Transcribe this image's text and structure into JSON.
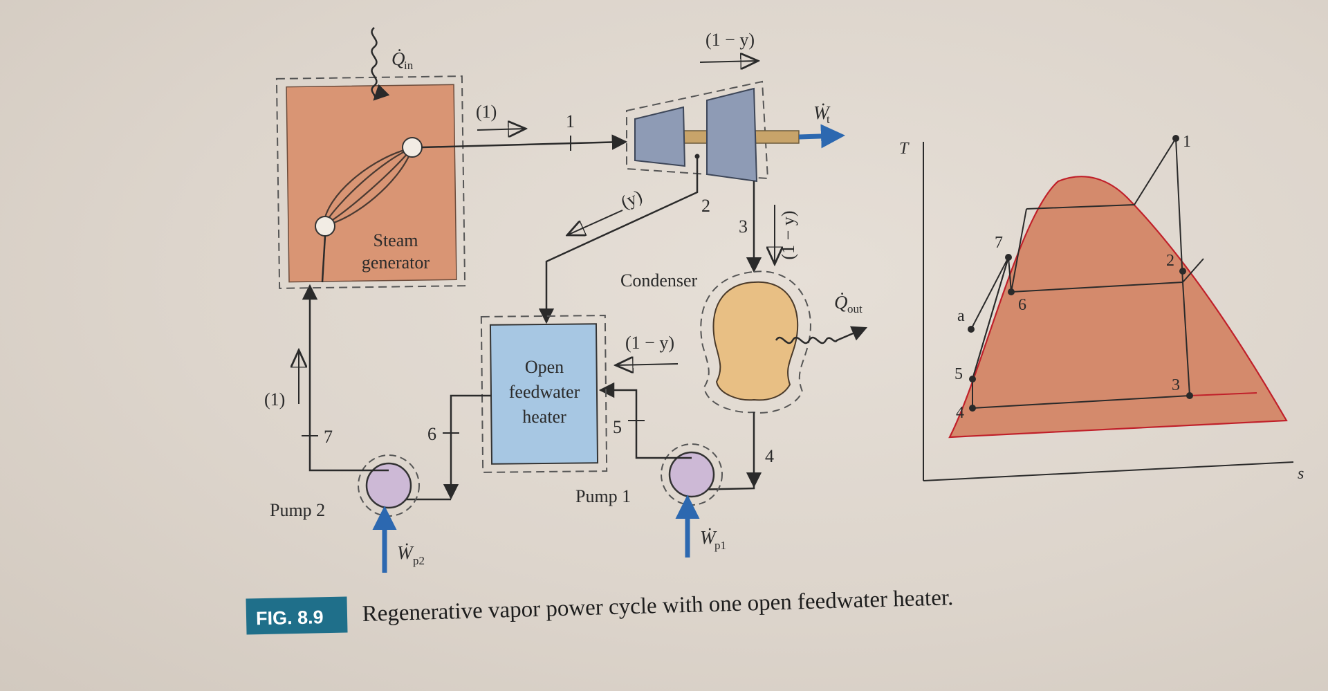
{
  "diagram": {
    "q_in": "Q̇",
    "q_in_sub": "in",
    "flow_1_top": "(1)",
    "state_1": "1",
    "flow_1_minus_y_top": "(1 − y)",
    "w_t": "Ẇ",
    "w_t_sub": "t",
    "flow_y": "(y)",
    "state_2": "2",
    "state_3": "3",
    "flow_1_minus_y_vertical": "(1 − y)",
    "condenser_label": "Condenser",
    "q_out": "Q̇",
    "q_out_sub": "out",
    "steam_generator_line1": "Steam",
    "steam_generator_line2": "generator",
    "heater_line1": "Open",
    "heater_line2": "feedwater",
    "heater_line3": "heater",
    "flow_1_minus_y_heater": "(1 − y)",
    "flow_1_left": "(1)",
    "state_7": "7",
    "state_6": "6",
    "state_5": "5",
    "state_4": "4",
    "pump2_label": "Pump 2",
    "pump1_label": "Pump 1",
    "w_p2": "Ẇ",
    "w_p2_sub": "p2",
    "w_p1": "Ẇ",
    "w_p1_sub": "p1"
  },
  "ts_diagram": {
    "axis_t": "T",
    "axis_s": "s",
    "points": {
      "p1": "1",
      "p2": "2",
      "p3": "3",
      "p4": "4",
      "p5": "5",
      "p6": "6",
      "p7": "7",
      "pa": "a"
    }
  },
  "caption": {
    "fig_tag": "FIG. 8.9",
    "text": "Regenerative vapor power cycle with one open feedwater heater."
  },
  "colors": {
    "steam_generator": "#d99574",
    "heater": "#a7c7e3",
    "condenser": "#e8bf84",
    "pump": "#cdb9d6",
    "turbine": "#8e9bb5",
    "arrow_blue": "#2c68b0",
    "dome_fill": "#d48a6c",
    "dome_line": "#c0202a",
    "fig_tag_bg": "#1f6f8a"
  }
}
